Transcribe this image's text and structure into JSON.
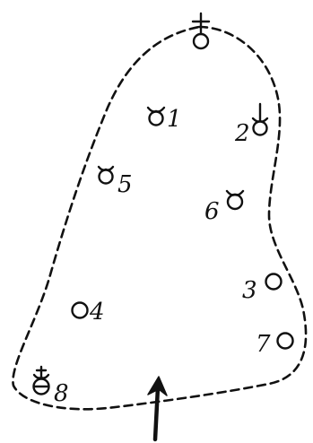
{
  "diagram": {
    "markers": [
      {
        "label": "1",
        "symbol": "circle-with-horns"
      },
      {
        "label": "2",
        "symbol": "circle-with-horns-and-stem"
      },
      {
        "label": "3",
        "symbol": "plain-circle"
      },
      {
        "label": "4",
        "symbol": "plain-circle"
      },
      {
        "label": "5",
        "symbol": "circle-with-horns"
      },
      {
        "label": "6",
        "symbol": "circle-with-horns"
      },
      {
        "label": "7",
        "symbol": "plain-circle"
      },
      {
        "label": "8",
        "symbol": "circle-with-horns-cross-and-bar"
      },
      {
        "label": "",
        "symbol": "circle-with-cross"
      }
    ],
    "ink_color": "#111111",
    "background": "#ffffff"
  }
}
